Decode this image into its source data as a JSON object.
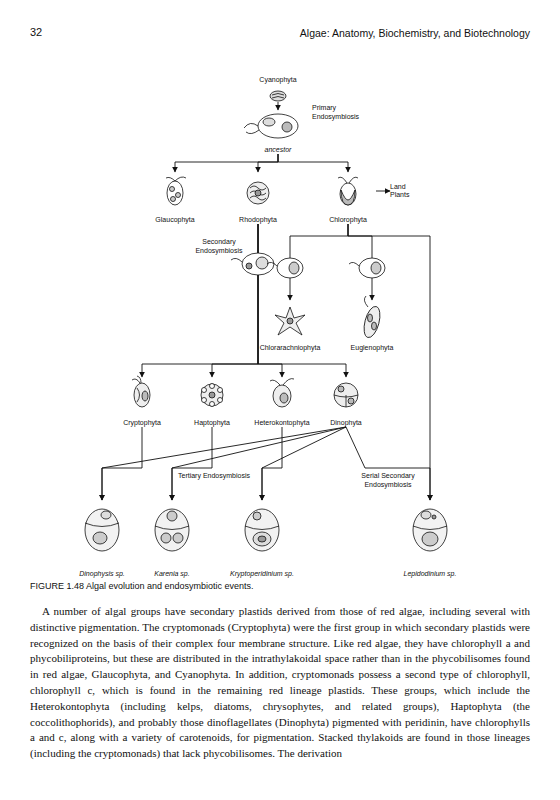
{
  "diagram": {
    "caption": "FIGURE 1.48 Algal evolution and endosymbiotic events.",
    "nodes": [
      {
        "text": [
          "Cyanophyta"
        ]
      },
      {
        "text": [
          "ancestor"
        ]
      },
      {
        "text": [
          "Glaucophyta"
        ]
      },
      {
        "text": [
          "Rhodophyta"
        ]
      },
      {
        "text": [
          "Chlorophyta"
        ]
      },
      {
        "text": [
          "Land Plants"
        ]
      },
      {
        "text": [
          "Chlorarachniophyta"
        ]
      },
      {
        "text": [
          "Euglenophyta"
        ]
      },
      {
        "text": [
          "Cryptophyta"
        ]
      },
      {
        "text": [
          "Haptophyta"
        ]
      },
      {
        "text": [
          "Heterokontophyta"
        ]
      },
      {
        "text": [
          "Dinophyta"
        ]
      },
      {
        "text": [
          "Dinophysis sp."
        ]
      },
      {
        "text": [
          "Karenia sp."
        ]
      },
      {
        "text": [
          "Kryptoperidinium sp."
        ]
      },
      {
        "text": [
          "Lepidodinium sp."
        ]
      }
    ],
    "edges": [
      {
        "from": 0,
        "to": 1,
        "arrow": "to"
      },
      {
        "from": 1,
        "to": 2,
        "arrow": "to"
      },
      {
        "from": 1,
        "to": 3,
        "arrow": "to"
      },
      {
        "from": 1,
        "to": 4,
        "arrow": "to"
      },
      {
        "from": 4,
        "to": 5,
        "arrow": "to"
      },
      {
        "from": 4,
        "to": 6,
        "arrow": "to"
      },
      {
        "from": 4,
        "to": 7,
        "arrow": "to"
      },
      {
        "from": 4,
        "to": 15,
        "arrow": "to"
      },
      {
        "from": 3,
        "to": 8,
        "arrow": "to"
      },
      {
        "from": 3,
        "to": 9,
        "arrow": "to"
      },
      {
        "from": 3,
        "to": 10,
        "arrow": "to"
      },
      {
        "from": 3,
        "to": 11,
        "arrow": "to"
      },
      {
        "from": 8,
        "to": 12,
        "arrow": "to"
      },
      {
        "from": 9,
        "to": 13,
        "arrow": "to"
      },
      {
        "from": 10,
        "to": 14,
        "arrow": "to"
      },
      {
        "from": 11,
        "to": 12,
        "arrow": "to"
      },
      {
        "from": 11,
        "to": 13,
        "arrow": "to"
      },
      {
        "from": 11,
        "to": 14,
        "arrow": "to"
      },
      {
        "from": 11,
        "to": 15,
        "arrow": "to"
      }
    ],
    "labels": [
      "32",
      "Algae: Anatomy, Biochemistry, and Biotechnology",
      "Primary Endosymbiosis",
      "Secondary Endosymbiosis",
      "Tertiary Endosymbiosis",
      "Serial Secondary Endosymbiosis",
      "A number of algal groups have secondary plastids derived from those of red algae, including several with distinctive pigmentation. The cryptomonads (Cryptophyta) were the first group in which secondary plastids were recognized on the basis of their complex four membrane structure. Like red algae, they have chlorophyll a and phycobiliproteins, but these are distributed in the intrathylakoidal space rather than in the phycobilisomes found in red algae, Glaucophyta, and Cyanophyta. In addition, cryptomonads possess a second type of chlorophyll, chlorophyll c, which is found in the remaining red lineage plastids. These groups, which include the Heterokontophyta (including kelps, diatoms, chrysophytes, and related groups), Haptophyta (the coccolithophorids), and probably those dinoflagellates (Dinophyta) pigmented with peridinin, have chlorophylls a and c, along with a variety of carotenoids, for pigmentation. Stacked thylakoids are found in those lineages (including the cryptomonads) that lack phycobilisomes. The derivation"
    ]
  }
}
